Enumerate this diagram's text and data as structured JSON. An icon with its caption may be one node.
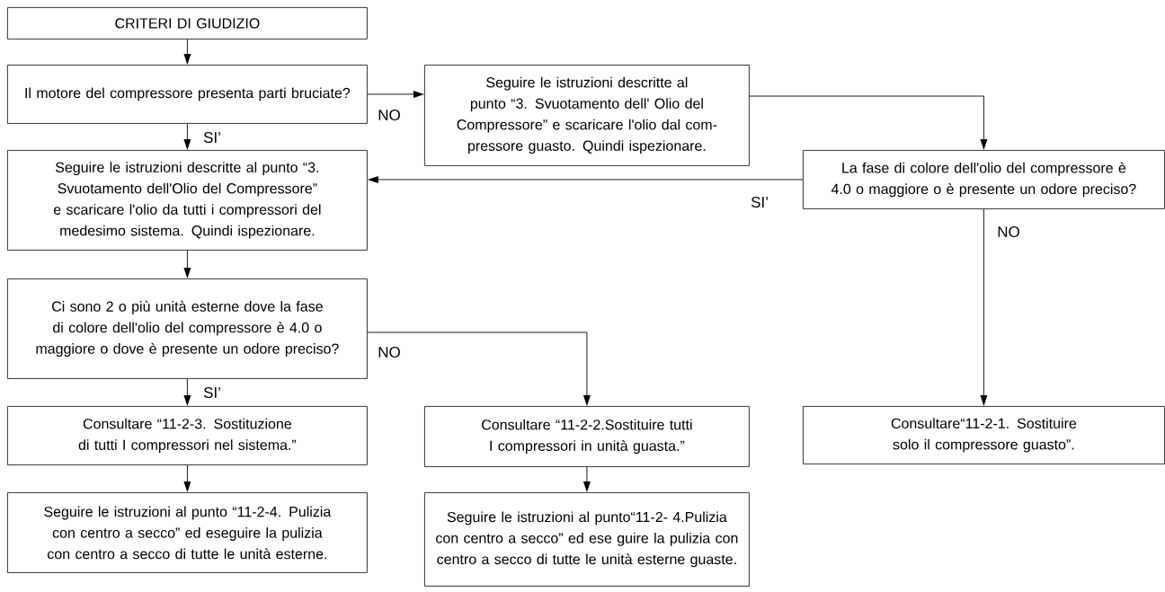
{
  "diagram": {
    "nodes": [
      {
        "text": [
          "CRITERI DI GIUDIZIO"
        ]
      },
      {
        "text": [
          "Il motore del compressore presenta parti bruciate?"
        ]
      },
      {
        "text": [
          "Seguire le istruzioni descritte al punto “3. Svuotamento dell' Olio del Compressore” e scaricare l'olio dal com- pressore guasto. Quindi ispezionare."
        ]
      },
      {
        "text": [
          "La fase di colore dell'olio del compressore è 4.0 o maggiore o è presente un odore preciso?"
        ]
      },
      {
        "text": [
          "Seguire le istruzioni descritte al punto “3. Svuotamento dell'Olio del Compressore” e scaricare l'olio da tutti i compressori del medesimo sistema. Quindi ispezionare."
        ]
      },
      {
        "text": [
          "Ci sono 2 o più unità esterne dove la fase di colore dell'olio del compressore è 4.0 o maggiore o dove è presente un odore preciso?"
        ]
      },
      {
        "text": [
          "Consultare “11-2-3. Sostituzione di tutti I compressori nel sistema.”"
        ]
      },
      {
        "text": [
          "Consultare “11-2-2.Sostituire tutti I compressori in unità guasta.”"
        ]
      },
      {
        "text": [
          "Consultare“11-2-1. Sostituire solo il compressore guasto”."
        ]
      },
      {
        "text": [
          "Seguire le istruzioni al punto “11-2-4. Pulizia con centro a secco” ed eseguire la pulizia con centro a secco di tutte le unità esterne."
        ]
      },
      {
        "text": [
          "Seguire le istruzioni al punto“11-2- 4.Pulizia con centro a secco” ed ese guire la pulizia con centro a secco di tutte le unità esterne guaste."
        ]
      }
    ],
    "edges": [
      {
        "from": 0,
        "to": 1,
        "arrow": "to"
      },
      {
        "from": 1,
        "to": 4,
        "arrow": "to",
        "label": "SI’"
      },
      {
        "from": 1,
        "to": 2,
        "arrow": "to",
        "label": "NO"
      },
      {
        "from": 2,
        "to": 3,
        "arrow": "to"
      },
      {
        "from": 3,
        "to": 4,
        "arrow": "to",
        "label": "SI’"
      },
      {
        "from": 3,
        "to": 8,
        "arrow": "to",
        "label": "NO"
      },
      {
        "from": 4,
        "to": 5,
        "arrow": "to"
      },
      {
        "from": 5,
        "to": 6,
        "arrow": "to",
        "label": "SI’"
      },
      {
        "from": 5,
        "to": 7,
        "arrow": "to",
        "label": "NO"
      },
      {
        "from": 6,
        "to": 9,
        "arrow": "to"
      },
      {
        "from": 7,
        "to": 10,
        "arrow": "to"
      }
    ]
  }
}
